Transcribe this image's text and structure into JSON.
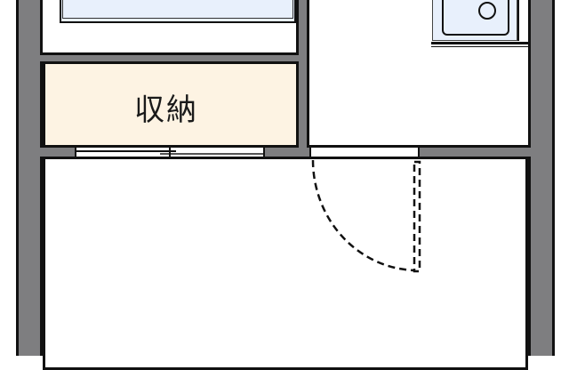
{
  "floorplan": {
    "rooms": [
      {
        "id": "bath",
        "label": "",
        "fill": "#ffffff"
      },
      {
        "id": "storage",
        "label": "収納",
        "fill": "#fdf3e3"
      },
      {
        "id": "kitchen",
        "label": "",
        "fill": "#ffffff"
      },
      {
        "id": "main-room",
        "label": "",
        "fill": "#ffffff"
      }
    ],
    "fixtures": [
      {
        "id": "bathtub",
        "fill": "#e8f0fc"
      },
      {
        "id": "kitchen-sink",
        "fill": "#e8f0fc"
      }
    ],
    "colors": {
      "wall": "#7e7e80",
      "outline": "#111111",
      "storage": "#fdf3e3",
      "fixture": "#e8f0fc",
      "background": "#ffffff"
    }
  }
}
